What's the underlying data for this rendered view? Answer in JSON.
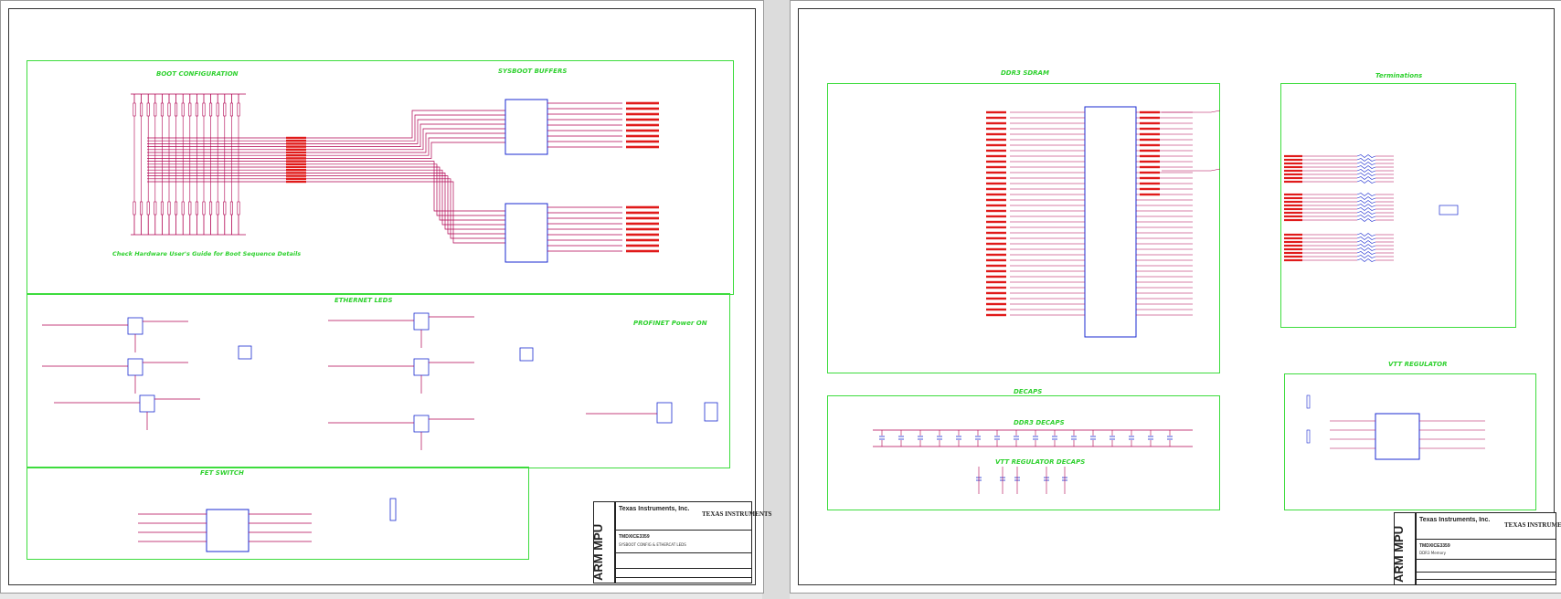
{
  "colors": {
    "zone": "#2fd12f",
    "wire": "#b00050",
    "net": "#e01a1a",
    "chip": "#1a2ad0",
    "frame": "#222222",
    "ground": "#b00050"
  },
  "left_sheet": {
    "zones": {
      "boot_configuration": "BOOT CONFIGURATION",
      "sysboot_buffers": "SYSBOOT BUFFERS",
      "ethernet_leds": "ETHERNET LEDS",
      "profinet_power_on": "PROFINET Power ON",
      "fet_switch": "FET SWITCH"
    },
    "note": "Check Hardware User's Guide for Boot Sequence Details",
    "title_block": {
      "vertical": "ARM MPU",
      "company": "Texas Instruments, Inc.",
      "logo": "TEXAS INSTRUMENTS",
      "board": "TMDXICE3359",
      "sheet_title": "SYSBOOT CONFIG & ETHERCAT LEDS"
    }
  },
  "right_sheet": {
    "zones": {
      "ddr3_sdram": "DDR3 SDRAM",
      "terminations": "Terminations",
      "decaps": "DECAPS",
      "ddr3_decaps": "DDR3 DECAPS",
      "vtt_regulator_decaps": "VTT REGULATOR DECAPS",
      "vtt_regulator": "VTT REGULATOR"
    },
    "title_block": {
      "vertical": "ARM MPU",
      "company": "Texas Instruments, Inc.",
      "logo": "TEXAS INSTRUMENTS",
      "board": "TMDXICE3359",
      "sheet_title": "DDR3 Memory"
    }
  }
}
